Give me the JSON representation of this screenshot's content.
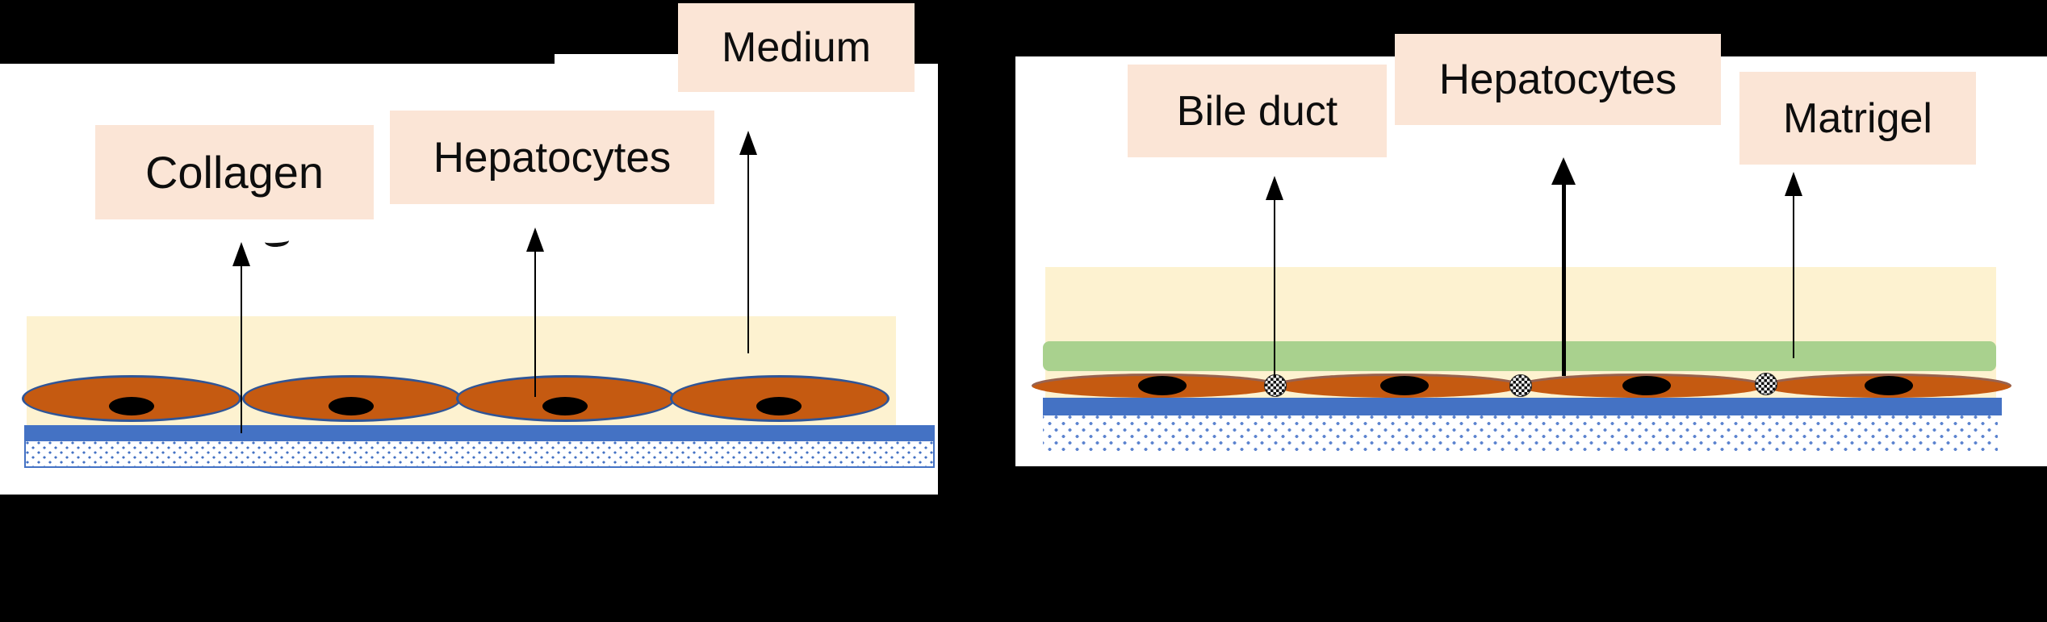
{
  "diagram": {
    "left_panel": {
      "labels": {
        "collagen": "Collagen",
        "hepatocytes": "Hepatocytes",
        "medium": "Medium"
      }
    },
    "right_panel": {
      "labels": {
        "bile_duct": "Bile duct",
        "hepatocytes": "Hepatocytes",
        "matrigel": "Matrigel"
      }
    },
    "colors": {
      "background": "#000000",
      "card": "#ffffff",
      "label_box": "#fbe5d6",
      "medium_fill": "#fdf2d0",
      "matrigel_green": "#a9d18e",
      "collagen_blue": "#4472c4",
      "hepatocyte_orange": "#c55a11",
      "cell_outline": "#2f5597",
      "nucleus": "#000000",
      "dish_dot_blue": "#4472c4",
      "arrow": "#000000"
    }
  }
}
